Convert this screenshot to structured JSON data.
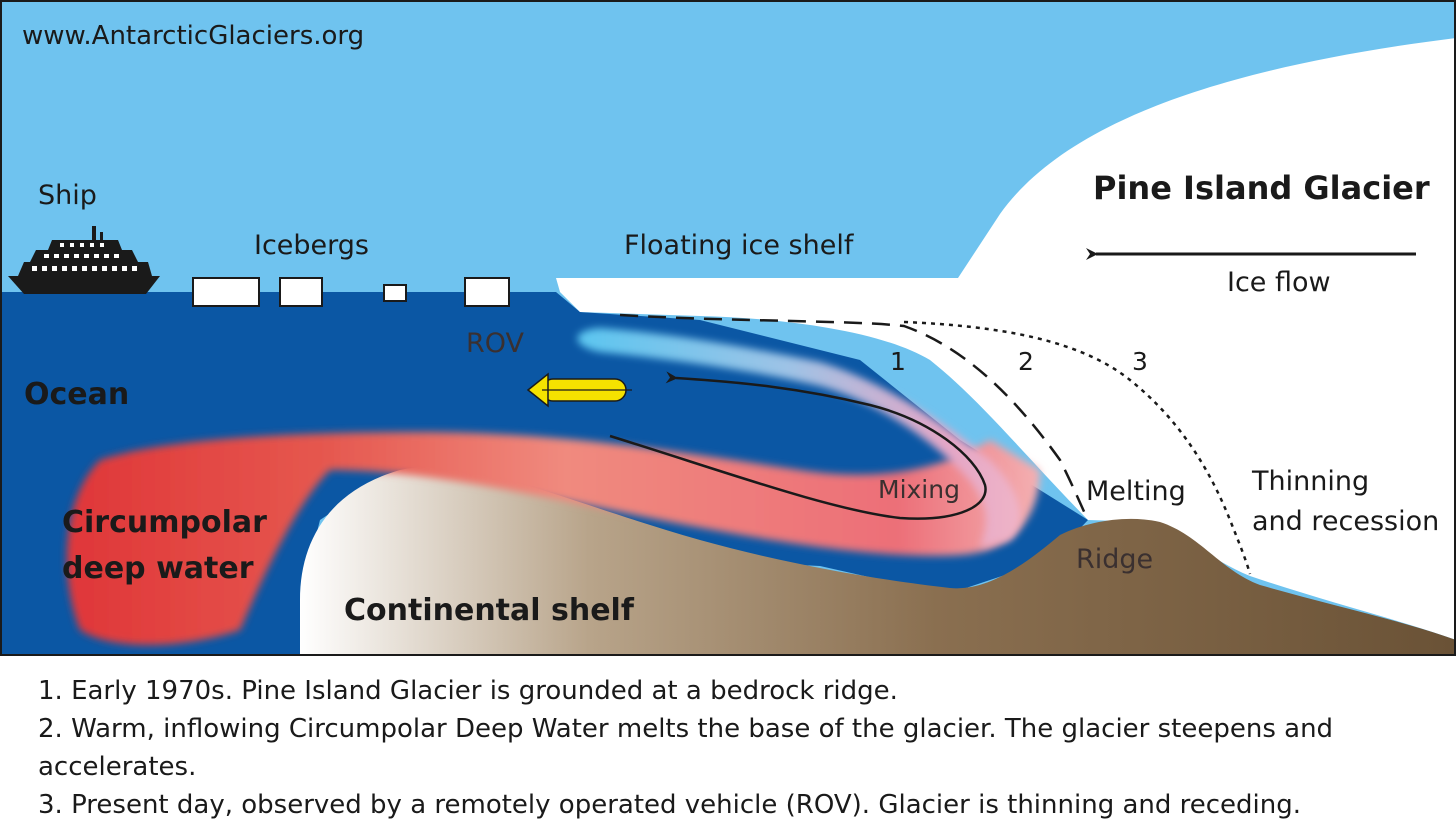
{
  "watermark": "www.AntarcticGlaciers.org",
  "labels": {
    "ship": "Ship",
    "icebergs": "Icebergs",
    "floating_ice_shelf": "Floating ice shelf",
    "pine_island_glacier": "Pine Island Glacier",
    "ice_flow": "Ice flow",
    "rov": "ROV",
    "ocean": "Ocean",
    "circumpolar_line1": "Circumpolar",
    "circumpolar_line2": "deep water",
    "mixing": "Mixing",
    "melting": "Melting",
    "thinning_line1": "Thinning",
    "thinning_line2": "and recession",
    "ridge": "Ridge",
    "continental_shelf": "Continental shelf",
    "stage1": "1",
    "stage2": "2",
    "stage3": "3"
  },
  "caption": {
    "line1": "1. Early 1970s. Pine Island Glacier is grounded at a bedrock ridge.",
    "line2a": "2. Warm, inflowing Circumpolar Deep Water melts the base of the glacier. The glacier steepens and",
    "line2b": "accelerates.",
    "line3": "3. Present day, observed by a remotely operated vehicle (ROV). Glacier is thinning and receding."
  },
  "colors": {
    "sky": "#6fc3ef",
    "ocean": "#0b57a4",
    "ice": "#ffffff",
    "deep_water": "#e0393a",
    "seabed": "#725a3c",
    "rov": "#f5e200"
  }
}
